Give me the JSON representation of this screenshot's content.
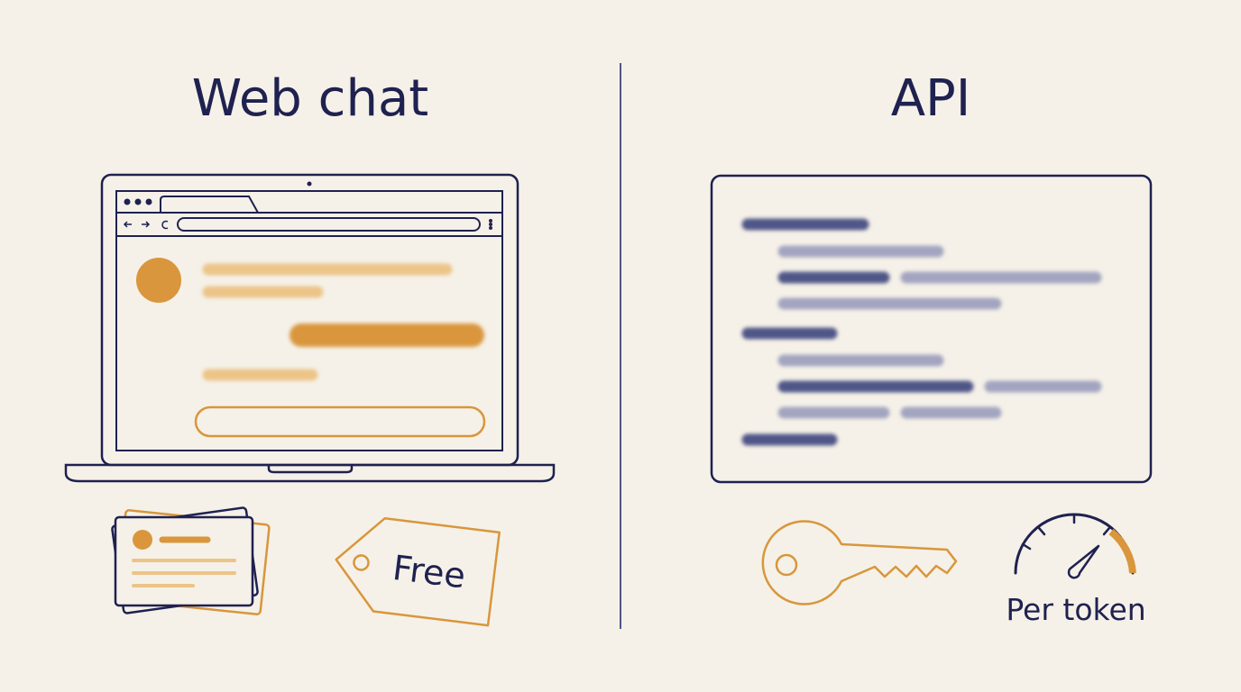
{
  "left": {
    "title": "Web chat",
    "price_tag": "Free"
  },
  "right": {
    "title": "API",
    "meter_label": "Per token"
  },
  "colors": {
    "background": "#f5f1e8",
    "navy": "#1f2150",
    "orange": "#d9963c",
    "orange_light": "#ecc488",
    "slate": "#4f5688",
    "slate_light": "#a3a4c0"
  },
  "icons": [
    "laptop-icon",
    "browser-window-icon",
    "chat-avatar-icon",
    "cards-icon",
    "price-tag-icon",
    "code-window-icon",
    "key-icon",
    "speedometer-icon"
  ]
}
